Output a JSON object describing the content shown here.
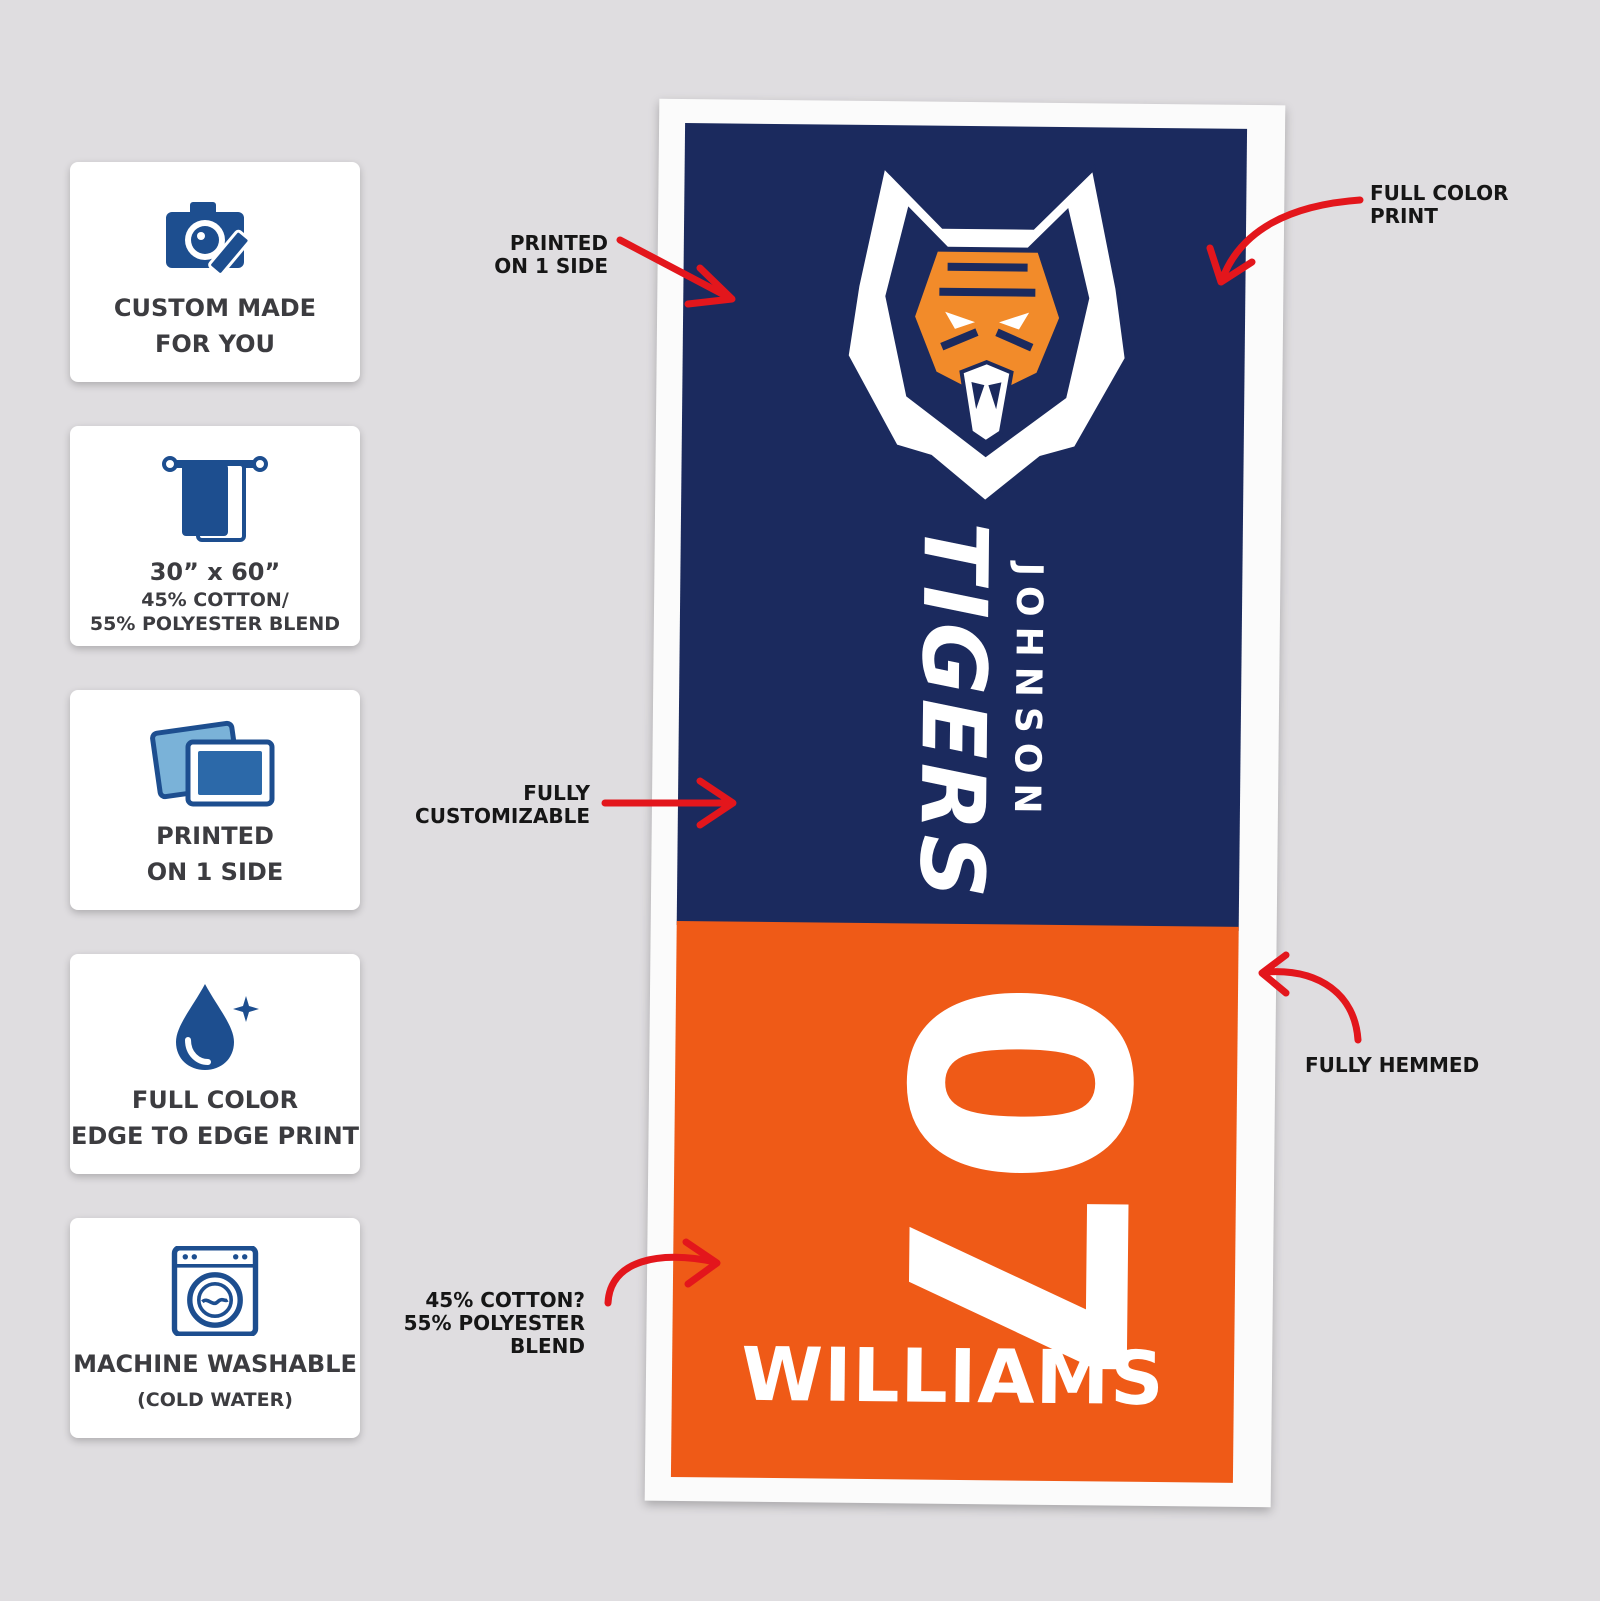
{
  "cards": [
    {
      "line1": "CUSTOM MADE",
      "line2": "FOR YOU",
      "icon": "camera-pencil-icon"
    },
    {
      "line1": "30” x 60”",
      "sub1": "45% COTTON/",
      "sub2": "55% POLYESTER BLEND",
      "icon": "towel-icon"
    },
    {
      "line1": "PRINTED",
      "line2": "ON 1 SIDE",
      "icon": "photos-icon"
    },
    {
      "line1": "FULL COLOR",
      "line2": "EDGE TO EDGE PRINT",
      "icon": "water-drop-icon"
    },
    {
      "line1": "MACHINE WASHABLE",
      "sub1": "(COLD WATER)",
      "icon": "washing-machine-icon"
    }
  ],
  "callouts": {
    "printed": [
      "PRINTED",
      "ON 1 SIDE"
    ],
    "full_color": [
      "FULL COLOR",
      "PRINT"
    ],
    "customizable": [
      "FULLY",
      "CUSTOMIZABLE"
    ],
    "hemmed": [
      "FULLY HEMMED"
    ],
    "blend": [
      "45% COTTON?",
      "55% POLYESTER",
      "BLEND"
    ]
  },
  "towel": {
    "school": "JOHNSON",
    "team": "TIGERS",
    "number": "07",
    "player": "WILLIAMS"
  },
  "colors": {
    "navy": "#1b2a5e",
    "orange": "#ef5a17",
    "icon_blue": "#1d4e8f",
    "arrow_red": "#e3161c"
  }
}
